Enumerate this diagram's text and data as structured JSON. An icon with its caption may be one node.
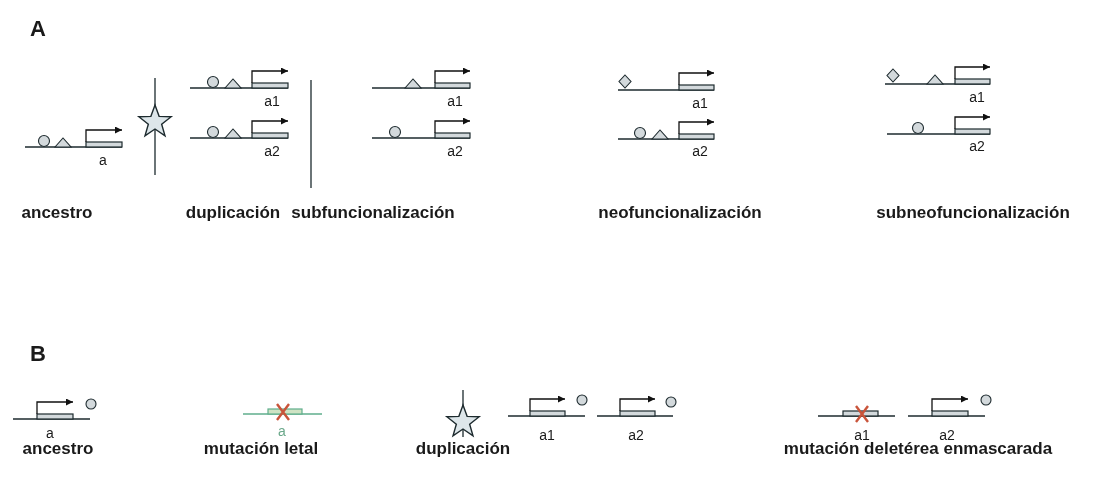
{
  "diagram": {
    "labels": [
      "A",
      "a1",
      "a1",
      "a1",
      "a1",
      "a",
      "a2",
      "a2",
      "a2",
      "a2",
      "ancestro",
      "duplicación",
      "subfuncionalización",
      "neofuncionalización",
      "subneofuncionalización",
      "B",
      "a",
      "a",
      "a1",
      "a2",
      "a1",
      "a2",
      "ancestro",
      "mutación letal",
      "duplicación",
      "mutación deletérea enmascarada"
    ]
  }
}
